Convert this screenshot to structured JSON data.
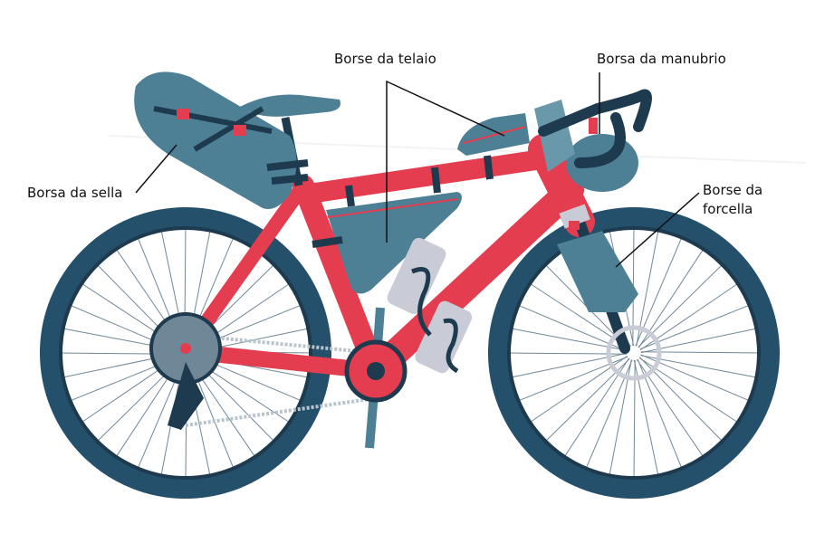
{
  "labels": {
    "frame_bags": "Borse da telaio",
    "handlebar_bag": "Borsa da manubrio",
    "saddle_bag": "Borsa da sella",
    "fork_bags_line1": "Borse da",
    "fork_bags_line2": "forcella"
  },
  "colors": {
    "frame": "#e43d4f",
    "tire": "#24506b",
    "dark": "#1d3a4f",
    "bag": "#4d7f95",
    "bag_light": "#6a98ab",
    "spoke": "#6f8796",
    "bottle": "#c9ccd6"
  }
}
